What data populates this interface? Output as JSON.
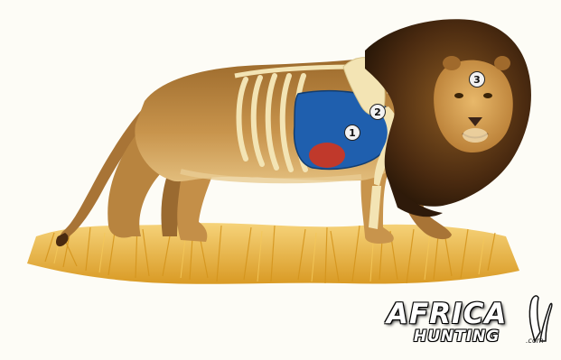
{
  "markers": [
    {
      "label": "1",
      "name": "heart-lung"
    },
    {
      "label": "2",
      "name": "shoulder"
    },
    {
      "label": "3",
      "name": "head"
    }
  ],
  "logo": {
    "line1": "AFRICA",
    "line2": "HUNTING",
    "suffix": ".com"
  },
  "colors": {
    "vital_zone": "#1f5fae",
    "heart": "#c0392b",
    "grass": "#e8b43a",
    "lion_body": "#b8843f",
    "mane": "#5a3414"
  }
}
